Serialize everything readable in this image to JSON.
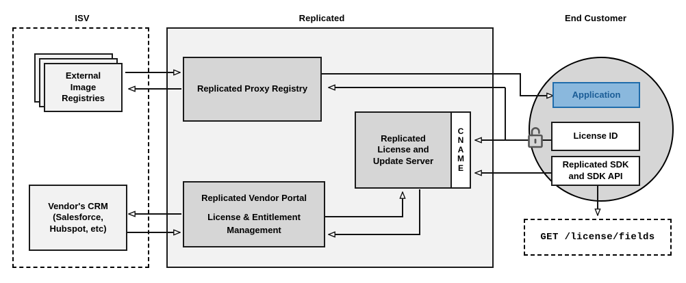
{
  "diagram": {
    "title_bar": {
      "isv": "ISV",
      "replicated": "Replicated",
      "end_customer": "End Customer"
    },
    "zones": [
      {
        "id": "isv",
        "label": "ISV",
        "style": "dashed"
      },
      {
        "id": "replicated",
        "label": "Replicated",
        "style": "solid-filled"
      },
      {
        "id": "end-customer",
        "label": "End Customer",
        "style": "circle"
      }
    ],
    "nodes": {
      "external_image_registries": "External\nImage\nRegistries",
      "external_image_registries_lines": [
        "External",
        "Image",
        "Registries"
      ],
      "vendors_crm_lines": [
        "Vendor's CRM",
        "(Salesforce,",
        "Hubspot, etc)"
      ],
      "replicated_proxy_registry": "Replicated Proxy Registry",
      "replicated_license_server_lines": [
        "Replicated",
        "License and",
        "Update Server"
      ],
      "cname_letters": [
        "C",
        "N",
        "A",
        "M",
        "E"
      ],
      "cname_label": "CNAME",
      "vendor_portal_line1": "Replicated Vendor Portal",
      "vendor_portal_line2": "License & Entitlement",
      "vendor_portal_line3": "Management",
      "application": "Application",
      "license_id": "License ID",
      "replicated_sdk_lines": [
        "Replicated SDK",
        "and SDK API"
      ],
      "api_call": "GET /license/fields"
    },
    "icons": {
      "unlocked_padlock": "unlock-icon"
    },
    "colors": {
      "node_gray": "#d6d6d6",
      "node_light": "#f2f2f2",
      "node_white": "#ffffff",
      "app_fill": "#8ab8dd",
      "app_border": "#1f6cab",
      "app_text": "#1a5c96",
      "zone_fill": "#f2f2f2",
      "circle_fill": "#d6d6d6",
      "stroke": "#1a1a1a",
      "background": "#ffffff"
    },
    "edges": [
      {
        "from": "external-image-registries",
        "to": "replicated-proxy-registry",
        "direction": "right"
      },
      {
        "from": "replicated-proxy-registry",
        "to": "external-image-registries",
        "direction": "left"
      },
      {
        "from": "replicated-proxy-registry",
        "to": "application",
        "direction": "right"
      },
      {
        "from": "application",
        "to": "replicated-proxy-registry",
        "direction": "left"
      },
      {
        "from": "license-id",
        "to": "replicated-license-update-server",
        "direction": "left"
      },
      {
        "from": "replicated-sdk",
        "to": "replicated-license-update-server",
        "direction": "left"
      },
      {
        "from": "replicated-vendor-portal",
        "to": "replicated-license-update-server",
        "direction": "up"
      },
      {
        "from": "replicated-license-update-server",
        "to": "replicated-vendor-portal",
        "direction": "left"
      },
      {
        "from": "replicated-vendor-portal",
        "to": "vendors-crm",
        "direction": "left"
      },
      {
        "from": "vendors-crm",
        "to": "replicated-vendor-portal",
        "direction": "right"
      },
      {
        "from": "replicated-sdk",
        "to": "api-call",
        "direction": "down"
      }
    ]
  }
}
